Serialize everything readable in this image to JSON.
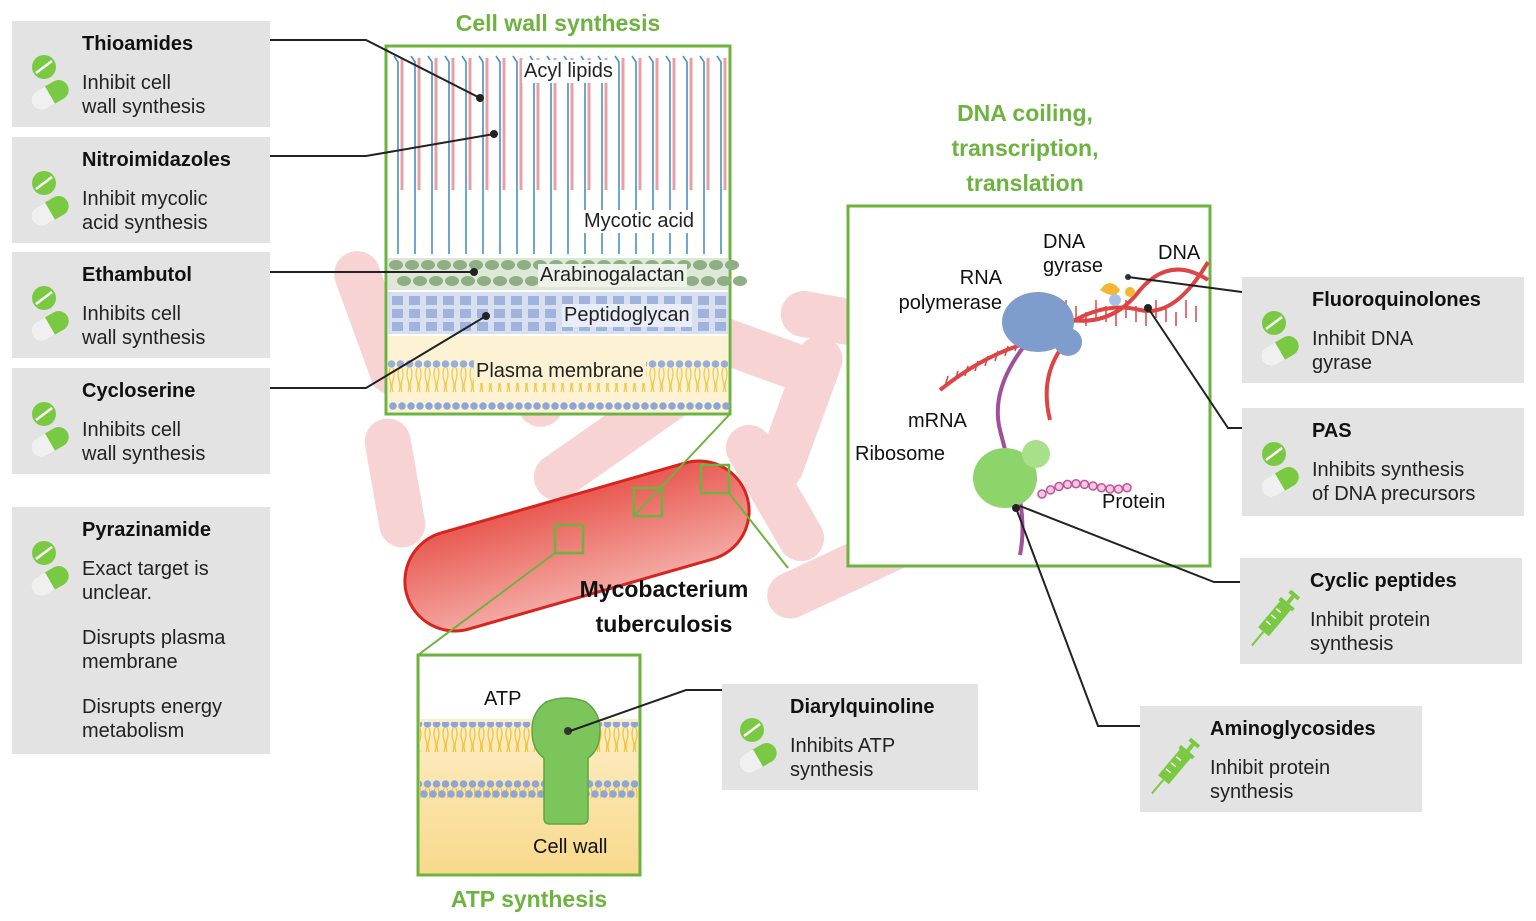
{
  "titles": {
    "cell_wall": "Cell wall synthesis",
    "dna": [
      "DNA coiling,",
      "transcription,",
      "translation"
    ],
    "atp": "ATP synthesis",
    "organism": [
      "Mycobacterium",
      "tuberculosis"
    ]
  },
  "cell_wall_labels": {
    "acyl": "Acyl lipids",
    "mycotic": "Mycotic acid",
    "arabino": "Arabinogalactan",
    "peptido": "Peptidoglycan",
    "plasma": "Plasma membrane"
  },
  "dna_labels": {
    "gyrase": [
      "DNA",
      "gyrase"
    ],
    "dna": "DNA",
    "rnapol": [
      "RNA",
      "polymerase"
    ],
    "mrna": "mRNA",
    "ribosome": "Ribosome",
    "protein": "Protein"
  },
  "atp_labels": {
    "atp": "ATP",
    "cellwall": "Cell wall"
  },
  "drugs": {
    "thioamides": {
      "name": "Thioamides",
      "desc": [
        "Inhibit cell",
        "wall synthesis"
      ],
      "icon": "pill-icon"
    },
    "nitroimidazoles": {
      "name": "Nitroimidazoles",
      "desc": [
        "Inhibit mycolic",
        "acid synthesis"
      ],
      "icon": "pill-icon"
    },
    "ethambutol": {
      "name": "Ethambutol",
      "desc": [
        "Inhibits cell",
        "wall synthesis"
      ],
      "icon": "pill-icon"
    },
    "cycloserine": {
      "name": "Cycloserine",
      "desc": [
        "Inhibits cell",
        "wall synthesis"
      ],
      "icon": "pill-icon"
    },
    "pyrazinamide": {
      "name": "Pyrazinamide",
      "desc": [
        "Exact target is",
        "unclear.",
        "Disrupts plasma",
        "membrane",
        "Disrupts energy",
        "metabolism"
      ],
      "icon": "pill-icon"
    },
    "diarylquinoline": {
      "name": "Diarylquinoline",
      "desc": [
        "Inhibits ATP",
        "synthesis"
      ],
      "icon": "pill-icon"
    },
    "fluoroquinolones": {
      "name": "Fluoroquinolones",
      "desc": [
        "Inhibit DNA",
        "gyrase"
      ],
      "icon": "pill-icon"
    },
    "pas": {
      "name": "PAS",
      "desc": [
        "Inhibits synthesis",
        "of DNA precursors"
      ],
      "icon": "pill-icon"
    },
    "cyclic": {
      "name": "Cyclic peptides",
      "desc": [
        "Inhibit protein",
        "synthesis"
      ],
      "icon": "syringe-icon"
    },
    "aminoglycosides": {
      "name": "Aminoglycosides",
      "desc": [
        "Inhibit protein",
        "synthesis"
      ],
      "icon": "syringe-icon"
    }
  },
  "colors": {
    "accent_green": "#6db33f",
    "pill_green": "#7ac943",
    "box_gray": "#e3e3e3",
    "bacterium_red": "#d9231d",
    "lipid_pink": "#e8a0a4",
    "lipid_blue": "#4a90c8"
  }
}
